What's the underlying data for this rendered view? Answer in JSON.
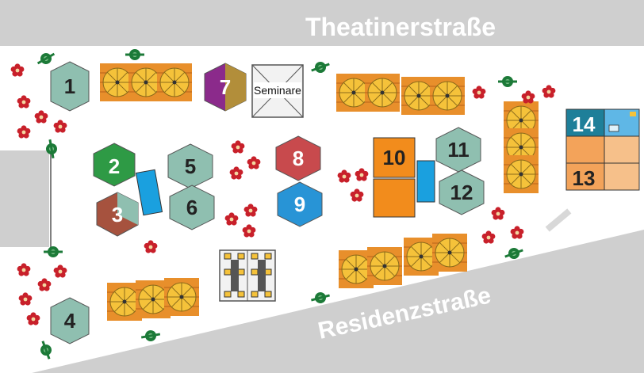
{
  "streets": {
    "north": "Theatinerstraße",
    "south": "Residenzstraße"
  },
  "seminar_label": "Seminare",
  "colors": {
    "street": "#cfcfcf",
    "booth_teal": "#8fbfb0",
    "booth_green": "#2e9a45",
    "booth_red": "#c84a4d",
    "booth_blue": "#2894d6",
    "booth_brown": "#a6523e",
    "booth_purple": "#8b2a8b",
    "booth_gold": "#b28e3a",
    "booth_orange": "#f28c1c",
    "table_blue": "#1aa0df",
    "umbrella": "#f5c23a",
    "bench": "#e88f2b",
    "flower": "#c8202a",
    "tree": "#1c7a38",
    "label_14": "#1e7f99"
  },
  "booths": [
    {
      "id": "1",
      "color": "booth_teal",
      "text_color": "#222222"
    },
    {
      "id": "2",
      "color": "booth_green",
      "text_color": "#ffffff"
    },
    {
      "id": "3",
      "color": "booth_brown",
      "text_color": "#ffffff"
    },
    {
      "id": "4",
      "color": "booth_teal",
      "text_color": "#222222"
    },
    {
      "id": "5",
      "color": "booth_teal",
      "text_color": "#222222"
    },
    {
      "id": "6",
      "color": "booth_teal",
      "text_color": "#222222"
    },
    {
      "id": "7",
      "color": "booth_purple",
      "text_color": "#ffffff"
    },
    {
      "id": "8",
      "color": "booth_red",
      "text_color": "#ffffff"
    },
    {
      "id": "9",
      "color": "booth_blue",
      "text_color": "#ffffff"
    },
    {
      "id": "10",
      "color": "booth_orange",
      "text_color": "#222222"
    },
    {
      "id": "11",
      "color": "booth_teal",
      "text_color": "#222222"
    },
    {
      "id": "12",
      "color": "booth_teal",
      "text_color": "#222222"
    },
    {
      "id": "13",
      "color": "booth_orange",
      "text_color": "#222222"
    },
    {
      "id": "14",
      "color": "label_14",
      "text_color": "#ffffff"
    }
  ]
}
